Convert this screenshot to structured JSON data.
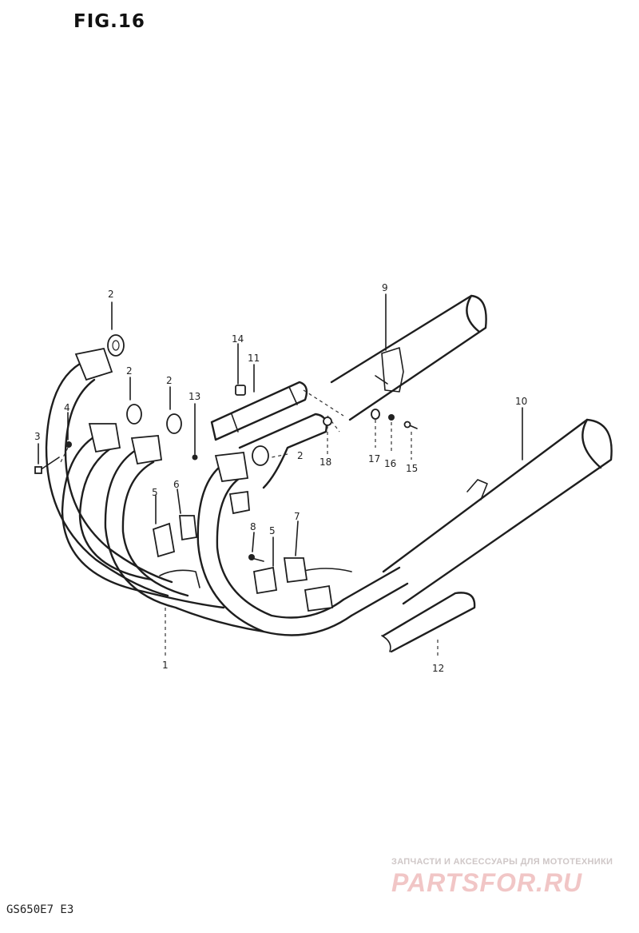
{
  "figure": {
    "title": "FIG.16",
    "model_code": "GS650E7 E3"
  },
  "watermark": {
    "tagline": "ЗАПЧАСТИ И АКСЕССУАРЫ ДЛЯ МОТОТЕХНИКИ",
    "logo": "PARTSFOR.RU"
  },
  "callouts": [
    {
      "id": "c2a",
      "label": "2"
    },
    {
      "id": "c2b",
      "label": "2"
    },
    {
      "id": "c2c",
      "label": "2"
    },
    {
      "id": "c2d",
      "label": "2"
    },
    {
      "id": "c3",
      "label": "3"
    },
    {
      "id": "c4",
      "label": "4"
    },
    {
      "id": "c1",
      "label": "1"
    },
    {
      "id": "c5a",
      "label": "5"
    },
    {
      "id": "c6",
      "label": "6"
    },
    {
      "id": "c5b",
      "label": "5"
    },
    {
      "id": "c7",
      "label": "7"
    },
    {
      "id": "c8",
      "label": "8"
    },
    {
      "id": "c13",
      "label": "13"
    },
    {
      "id": "c14",
      "label": "14"
    },
    {
      "id": "c11",
      "label": "11"
    },
    {
      "id": "c9",
      "label": "9"
    },
    {
      "id": "c18",
      "label": "18"
    },
    {
      "id": "c17",
      "label": "17"
    },
    {
      "id": "c16",
      "label": "16"
    },
    {
      "id": "c15",
      "label": "15"
    },
    {
      "id": "c10",
      "label": "10"
    },
    {
      "id": "c12",
      "label": "12"
    }
  ]
}
